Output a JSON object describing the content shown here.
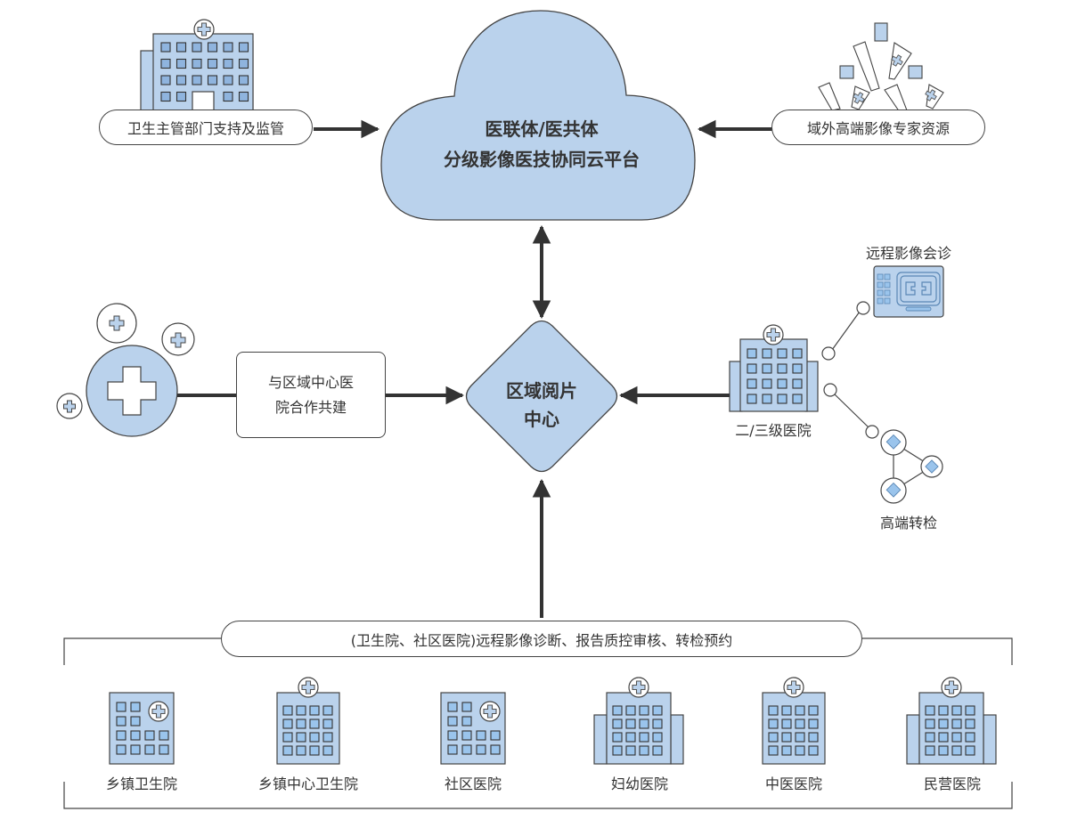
{
  "colors": {
    "fill_blue": "#bad2ec",
    "window_blue": "#9ac4ec",
    "stroke": "#444444",
    "arrow": "#333333",
    "text": "#333333"
  },
  "cloud": {
    "line1": "医联体/医共体",
    "line2": "分级影像医技协同云平台"
  },
  "left_top": {
    "label": "卫生主管部门支持及监管",
    "icon": "hospital-icon"
  },
  "right_top": {
    "label": "域外高端影像专家资源",
    "icon": "expert-resources-icon"
  },
  "center": {
    "line1": "区域阅片",
    "line2": "中心"
  },
  "left_mid": {
    "line1": "与区域中心医",
    "line2": "院合作共建",
    "icon": "medical-cross-cluster-icon"
  },
  "right_mid": {
    "hospital_label": "二/三级医院",
    "consult_label": "远程影像会诊",
    "referral_label": "高端转检"
  },
  "bottom": {
    "banner": "(卫生院、社区医院)远程影像诊断、报告质控审核、转检预约",
    "facilities": [
      {
        "label": "乡镇卫生院",
        "icon": "small-clinic-icon"
      },
      {
        "label": "乡镇中心卫生院",
        "icon": "clinic-tower-icon"
      },
      {
        "label": "社区医院",
        "icon": "small-clinic-icon"
      },
      {
        "label": "妇幼医院",
        "icon": "hospital-winged-icon"
      },
      {
        "label": "中医医院",
        "icon": "clinic-tower-icon"
      },
      {
        "label": "民营医院",
        "icon": "hospital-winged-icon"
      }
    ]
  }
}
